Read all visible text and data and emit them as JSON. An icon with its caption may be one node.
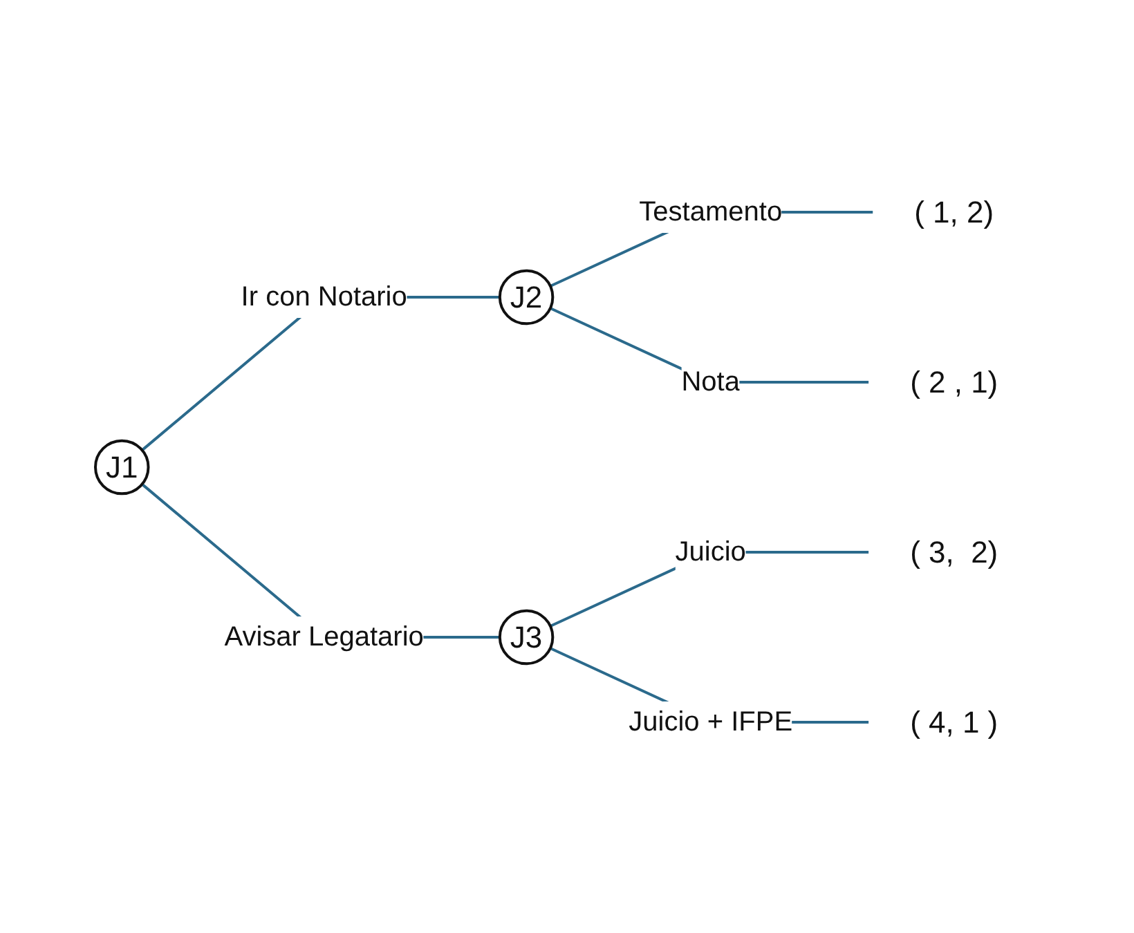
{
  "diagram": {
    "nodes": [
      {
        "text": [
          "J1"
        ]
      },
      {
        "text": [
          "J2"
        ]
      },
      {
        "text": [
          "J3"
        ]
      },
      {
        "text": [
          "( 1, 2)"
        ]
      },
      {
        "text": [
          "( 2 , 1)"
        ]
      },
      {
        "text": [
          "( 3,  2)"
        ]
      },
      {
        "text": [
          "( 4, 1 )"
        ]
      }
    ],
    "edges": [
      {
        "from": 0,
        "to": 1,
        "arrow": "none",
        "label": "Ir con Notario"
      },
      {
        "from": 0,
        "to": 2,
        "arrow": "none",
        "label": "Avisar Legatario"
      },
      {
        "from": 1,
        "to": 3,
        "arrow": "none",
        "label": "Testamento"
      },
      {
        "from": 1,
        "to": 4,
        "arrow": "none",
        "label": "Nota"
      },
      {
        "from": 2,
        "to": 5,
        "arrow": "none",
        "label": "Juicio"
      },
      {
        "from": 2,
        "to": 6,
        "arrow": "none",
        "label": "Juicio + IFPE"
      }
    ]
  }
}
